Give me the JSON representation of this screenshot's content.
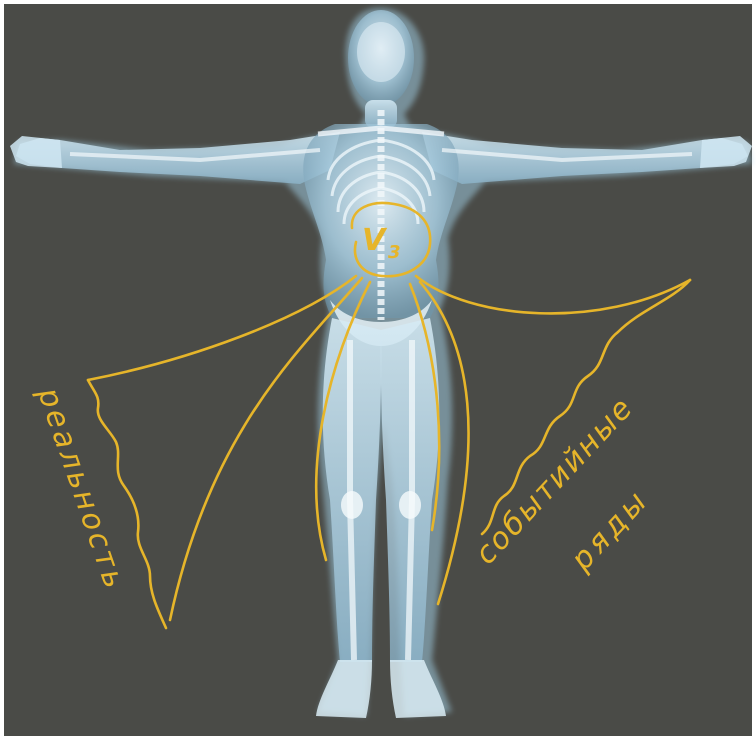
{
  "colors": {
    "background": "#4a4b47",
    "body_glow": "#cfe6f2",
    "body_fill": "#9cc3d8",
    "bone": "#f2f8fb",
    "annotation": "#e6b52a",
    "frame": "#ffffff"
  },
  "annotations": {
    "center_symbol_main": "V",
    "center_symbol_sub": "3",
    "left_label": "реальность",
    "right_label_line1": "событийные",
    "right_label_line2": "ряды"
  }
}
